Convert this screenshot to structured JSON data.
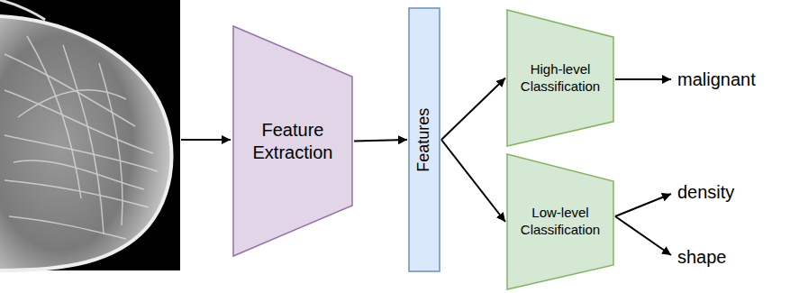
{
  "diagram": {
    "nodes": [
      {
        "text": [
          "Feature Extraction"
        ]
      },
      {
        "text": [
          "Features"
        ]
      },
      {
        "text": [
          "High-level Classification"
        ]
      },
      {
        "text": [
          "Low-level Classification"
        ]
      }
    ],
    "edges": [
      {
        "from": 0,
        "to": 1,
        "arrow": "to"
      },
      {
        "from": 1,
        "to": 2,
        "arrow": "to"
      },
      {
        "from": 1,
        "to": 3,
        "arrow": "to"
      }
    ],
    "labels": [
      "malignant",
      "density",
      "shape"
    ]
  }
}
